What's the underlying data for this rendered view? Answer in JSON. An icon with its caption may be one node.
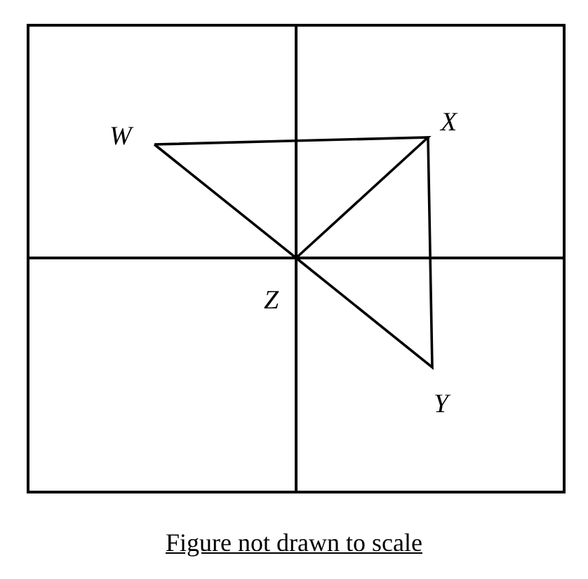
{
  "diagram": {
    "caption": "Figure not drawn to scale",
    "labels": [
      "W",
      "X",
      "Z",
      "Y"
    ]
  }
}
